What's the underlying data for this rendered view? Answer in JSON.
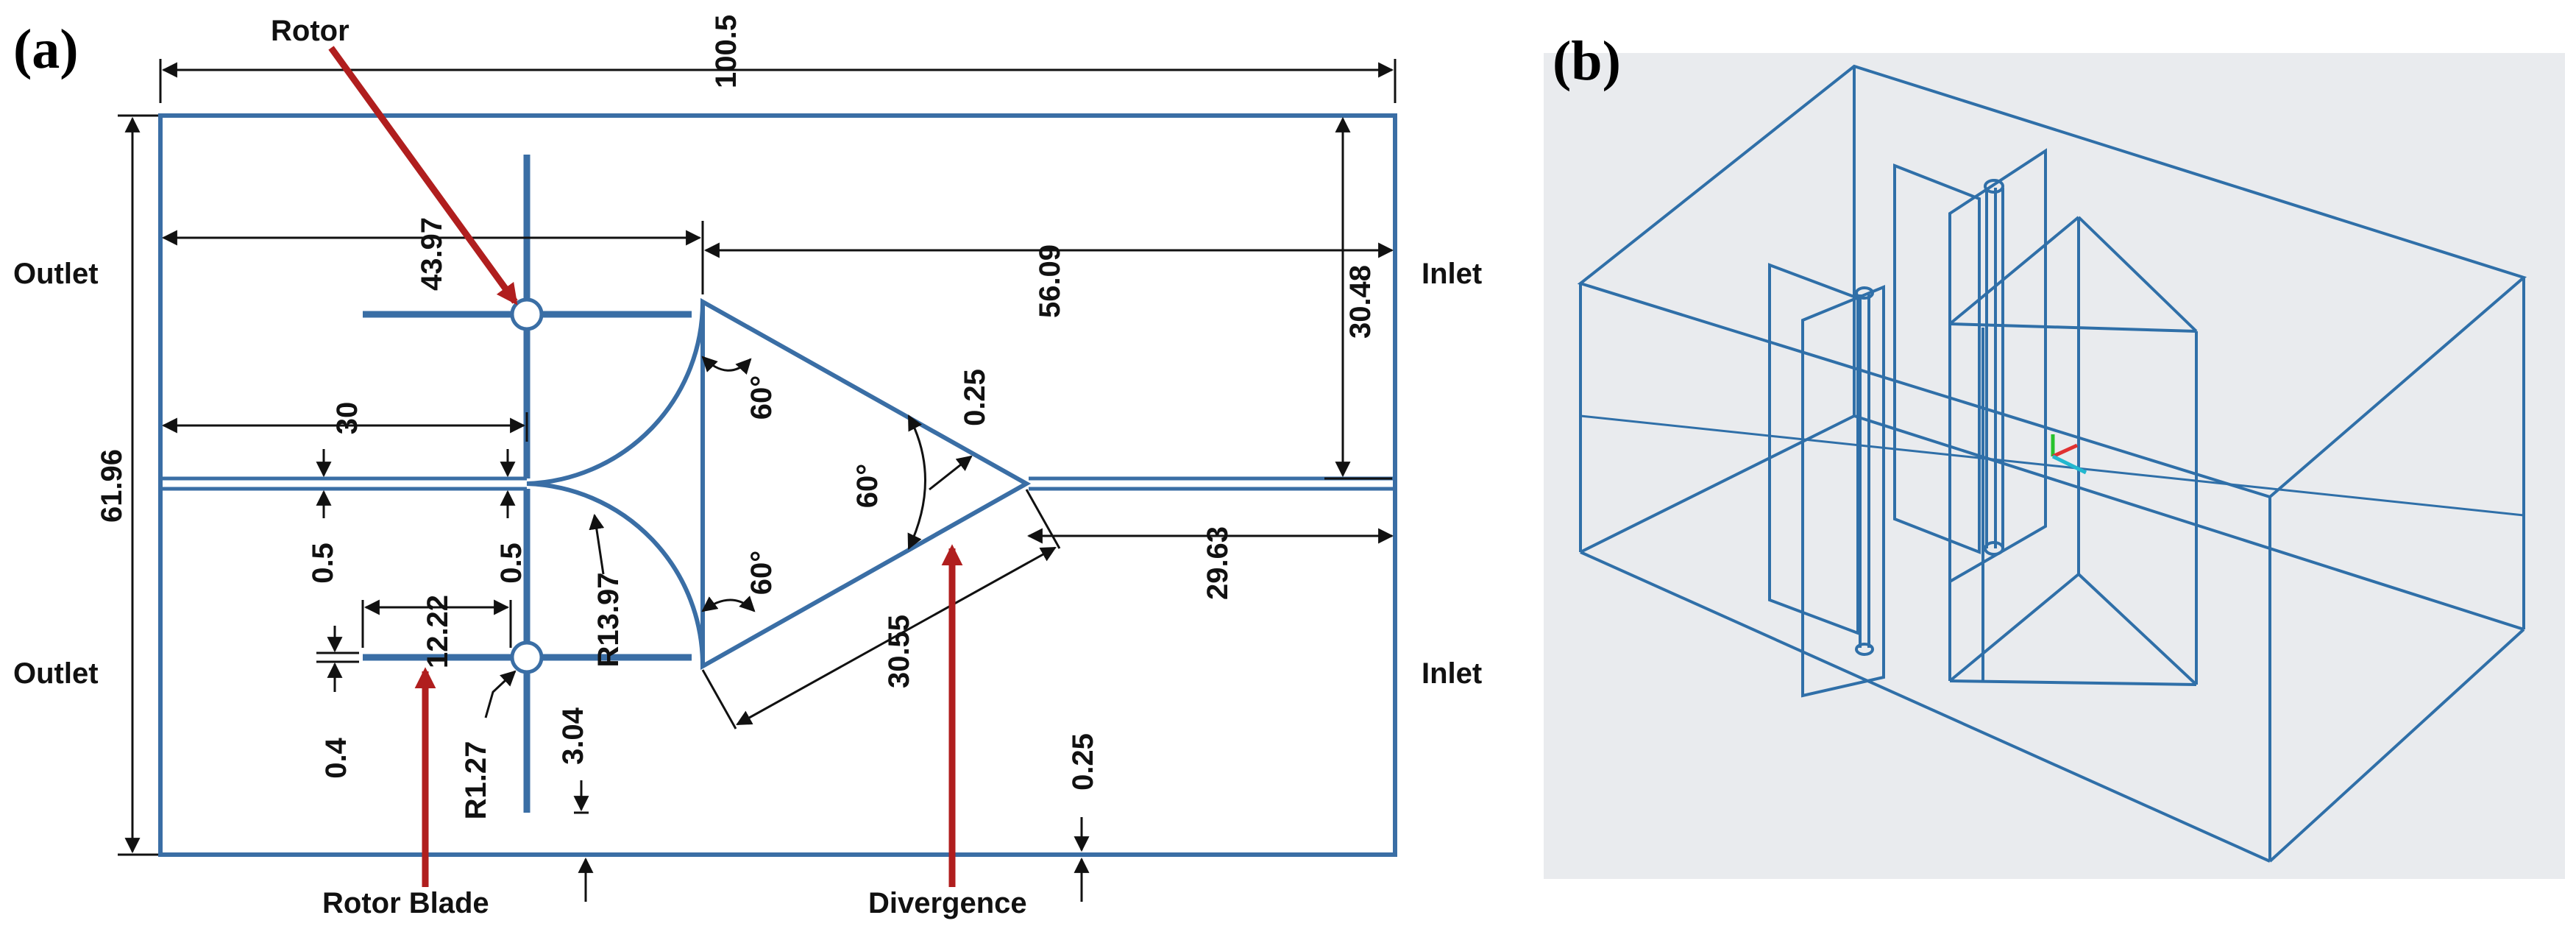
{
  "panel_a": {
    "label": "(a)",
    "callouts": {
      "rotor": "Rotor",
      "rotor_blade": "Rotor Blade",
      "divergence": "Divergence"
    },
    "boundaries": {
      "outlet_top": "Outlet",
      "outlet_bottom": "Outlet",
      "inlet_top": "Inlet",
      "inlet_bottom": "Inlet"
    },
    "dimensions": {
      "overall_width": "100.5",
      "overall_height": "61.96",
      "rotor_to_apex": "43.97",
      "apex_to_inlet": "56.09",
      "half_height": "30.48",
      "outlet_to_rotor": "30",
      "thickness_top": "0.25",
      "thickness_bottom": "0.25",
      "gap_left": "0.5",
      "gap_center": "0.5",
      "blade_length": "12.22",
      "blade_thickness": "0.4",
      "hub_radius": "R1.27",
      "blade_offset": "3.04",
      "arc_radius": "R13.97",
      "angle_top": "60°",
      "angle_bottom": "60°",
      "angle_apex": "60°",
      "side_length": "30.55",
      "tip_to_inlet": "29.63"
    }
  },
  "panel_b": {
    "label": "(b)"
  }
}
